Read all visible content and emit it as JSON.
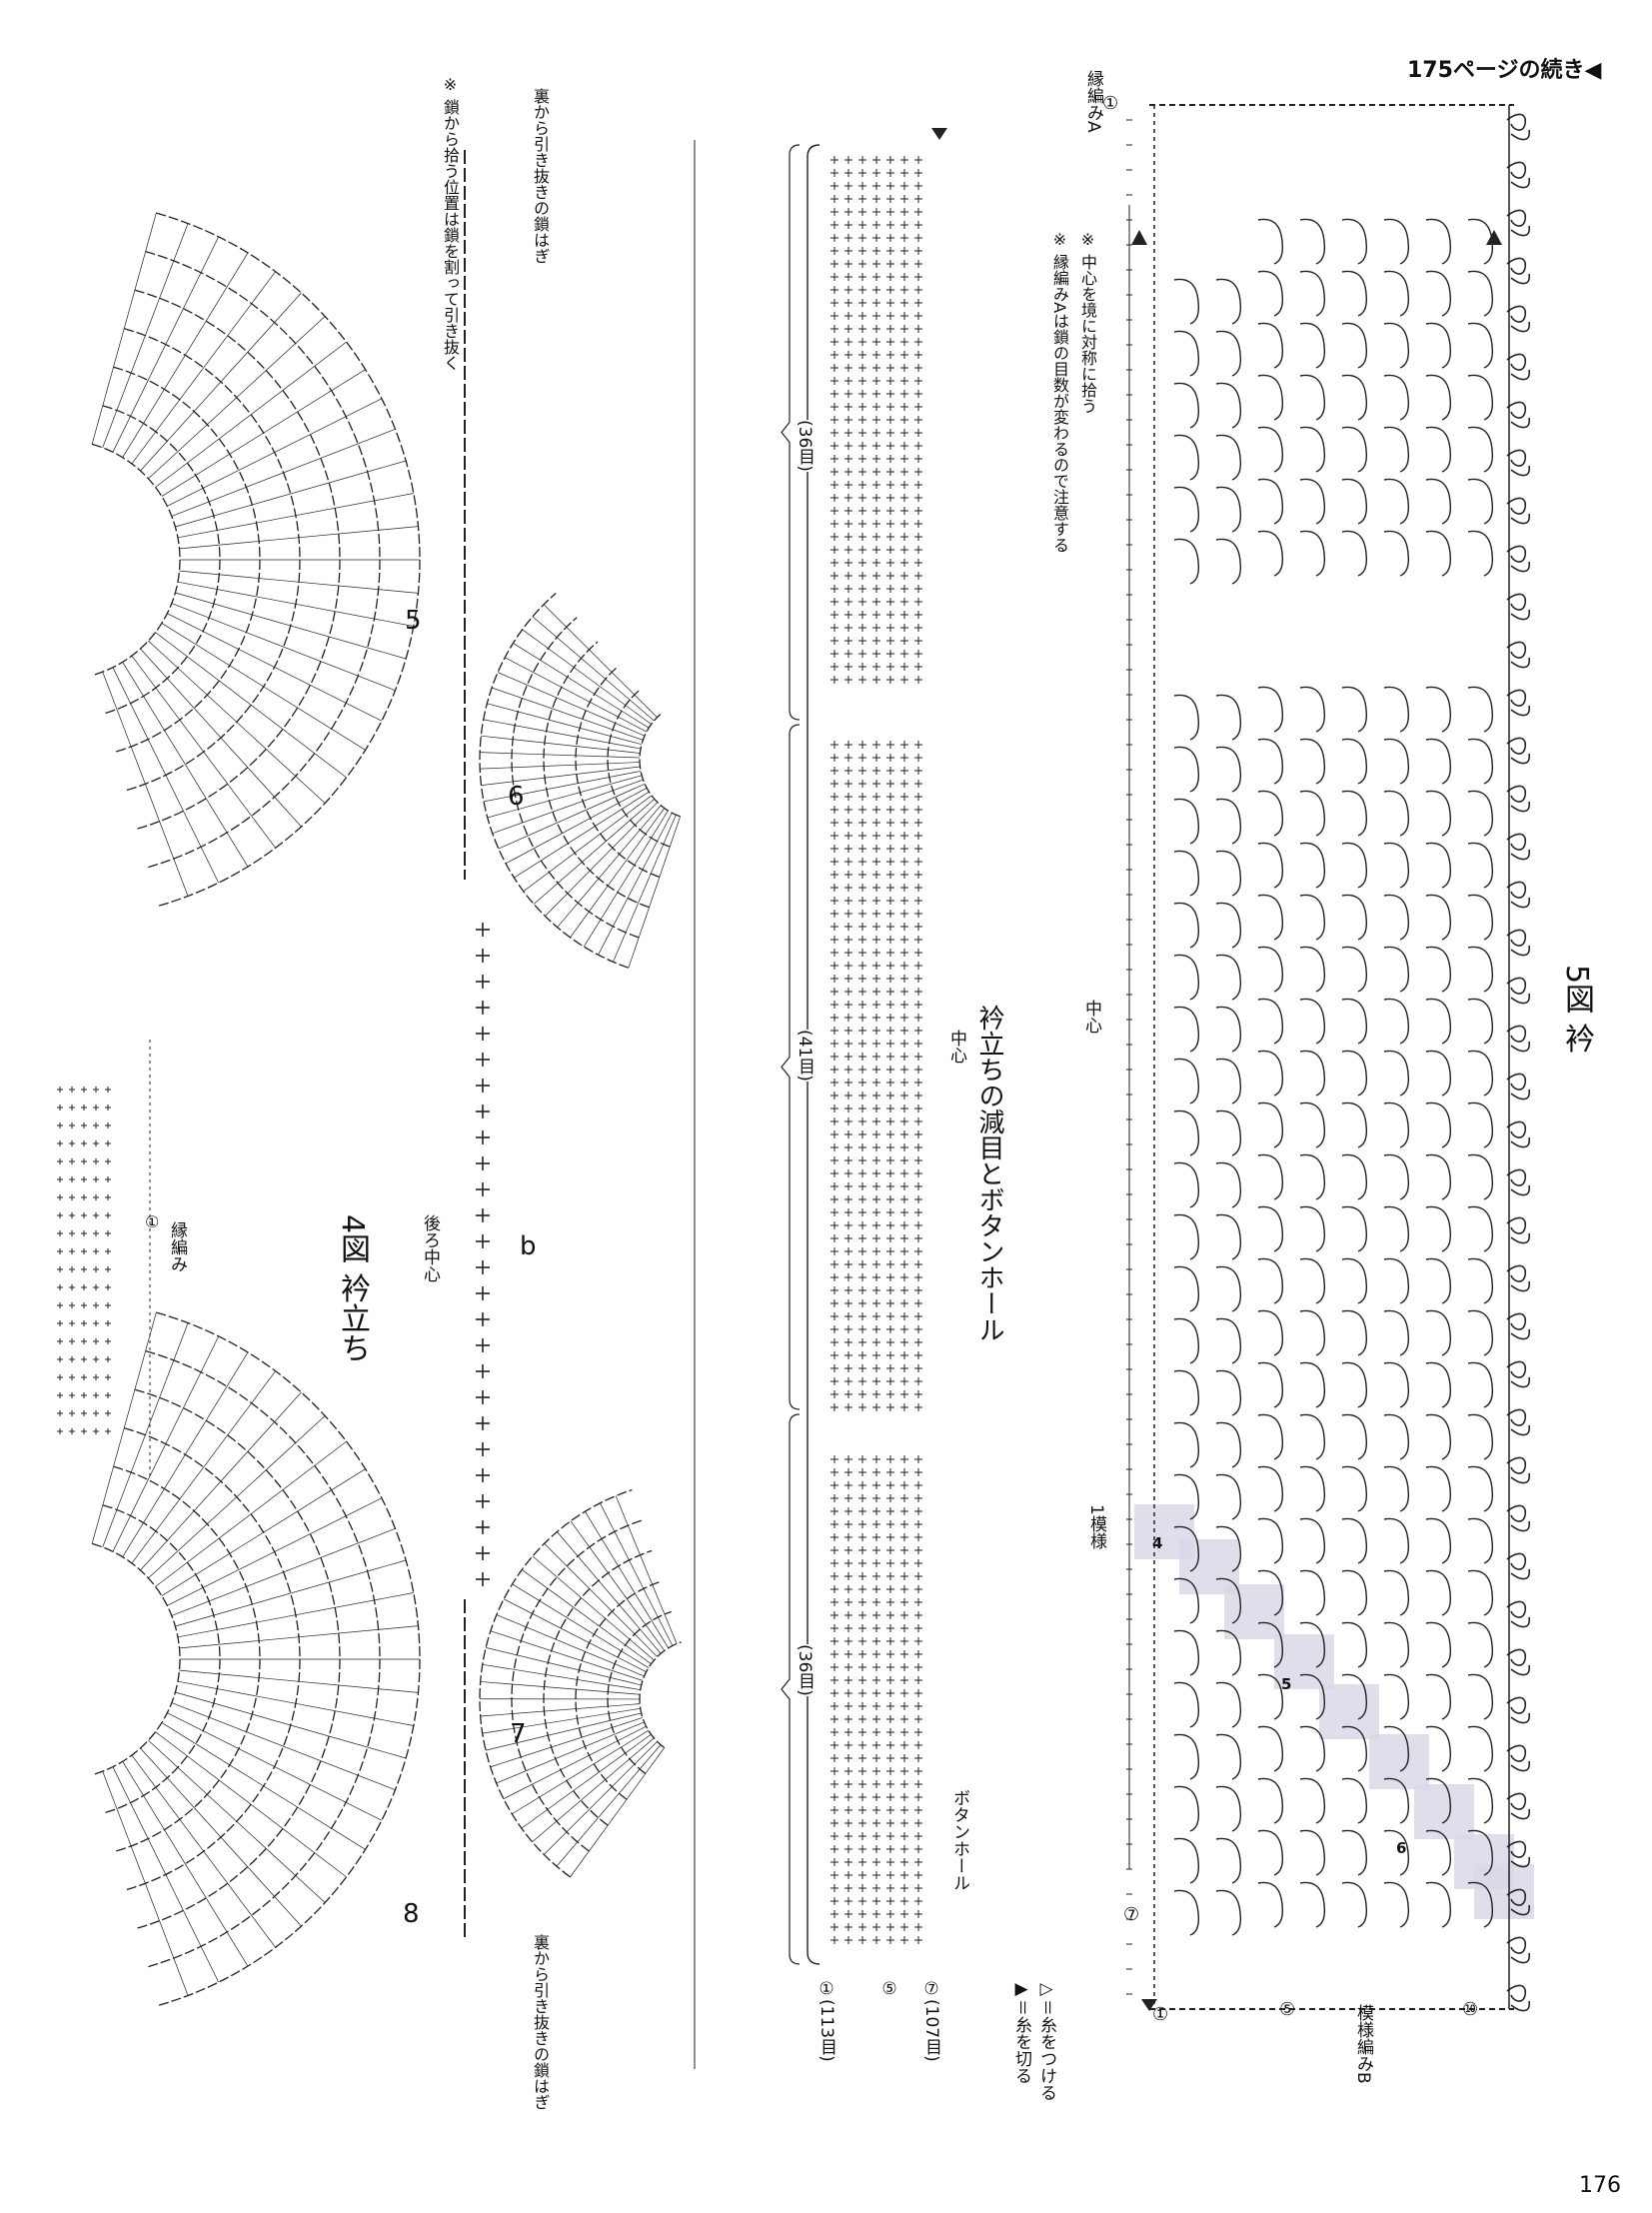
{
  "header": {
    "continuation": "175ページの続き◀"
  },
  "page_number": "176",
  "fig5": {
    "title": "5図 衿",
    "notes": [
      "※ 中心を境に対称に拾う",
      "※ 縁編みAは鎖の目数が変わるので注意する"
    ],
    "edge_a": "縁編みA",
    "edge_b": "模様編みB",
    "center": "中心",
    "one_pattern": "1模様",
    "row_labels": [
      "①",
      "⑤",
      "⑦",
      "⑩"
    ],
    "shaded_numbers": [
      "4",
      "5",
      "6"
    ]
  },
  "fig_collar": {
    "title": "衿立ちの減目とボタンホール",
    "center": "中心",
    "buttonhole": "ボタンホール",
    "segments": [
      "(36目)",
      "(41目)",
      "(36目)"
    ],
    "rows": [
      "⑦(107目)",
      "⑤",
      "①(113目)"
    ],
    "legend": [
      "▷＝糸をつける",
      "▶＝糸を切る"
    ]
  },
  "fig4": {
    "title": "4図 衿立ち",
    "back_center": "後ろ中心",
    "edge": "縁編み",
    "edge_row": "①",
    "note_top_a": "裏から引き抜きの鎖はぎ",
    "note_top_b": "※ 鎖から拾う位置は鎖を割って引き抜く",
    "note_bottom": "裏から引き抜きの鎖はぎ",
    "motif_numbers": [
      "5",
      "6",
      "b",
      "7",
      "8"
    ]
  }
}
